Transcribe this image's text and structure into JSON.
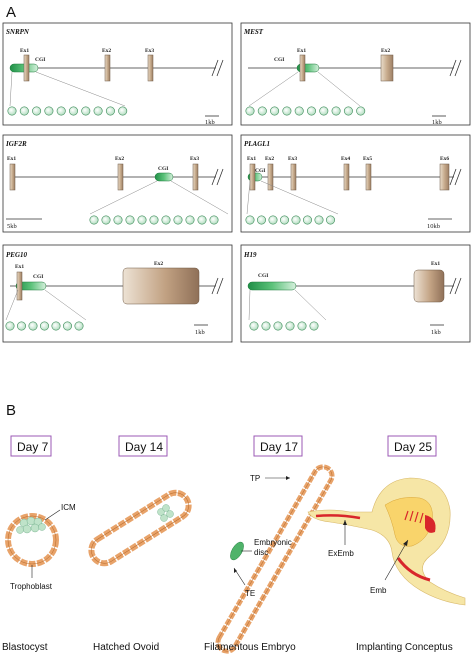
{
  "panel_a": {
    "letter": "A",
    "genes": [
      {
        "name": "SNRPN",
        "exons": [
          "Ex1",
          "Ex2",
          "Ex3"
        ],
        "cgi": "CGI",
        "scale": "1kb"
      },
      {
        "name": "MEST",
        "exons": [
          "Ex1",
          "Ex2"
        ],
        "cgi": "CGI",
        "scale": "1kb"
      },
      {
        "name": "IGF2R",
        "exons": [
          "Ex1",
          "Ex2",
          "Ex3"
        ],
        "cgi": "CGI",
        "scale": "5kb"
      },
      {
        "name": "PLAGL1",
        "exons": [
          "Ex1",
          "Ex2",
          "Ex3",
          "Ex4",
          "Ex5",
          "Ex6"
        ],
        "cgi": "CGI",
        "scale": "10kb"
      },
      {
        "name": "PEG10",
        "exons": [
          "Ex1",
          "Ex2"
        ],
        "cgi": "CGI",
        "scale": "1kb"
      },
      {
        "name": "H19",
        "exons": [
          "Ex1"
        ],
        "cgi": "CGI",
        "scale": "1kb"
      }
    ]
  },
  "panel_b": {
    "letter": "B",
    "stages": [
      {
        "day": "Day 7",
        "name": "Blastocyst"
      },
      {
        "day": "Day 14",
        "name": "Hatched Ovoid"
      },
      {
        "day": "Day 17",
        "name": "Filamentous Embryo"
      },
      {
        "day": "Day 25",
        "name": "Implanting Conceptus"
      }
    ],
    "annotations": {
      "icm": "ICM",
      "trophoblast": "Trophoblast",
      "tp": "TP",
      "embryonic_disc_1": "Embryonic",
      "embryonic_disc_2": "disc",
      "te": "TE",
      "exemb": "ExEmb",
      "emb": "Emb"
    }
  },
  "colors": {
    "cgi_green": "#4fb36a",
    "exon_tan": "#c9b096",
    "day_box": "#9b59b6",
    "trophoblast_orange": "#e8a36a",
    "conceptus_yellow": "#f6e6a6",
    "embryo_red": "#d8262b"
  }
}
